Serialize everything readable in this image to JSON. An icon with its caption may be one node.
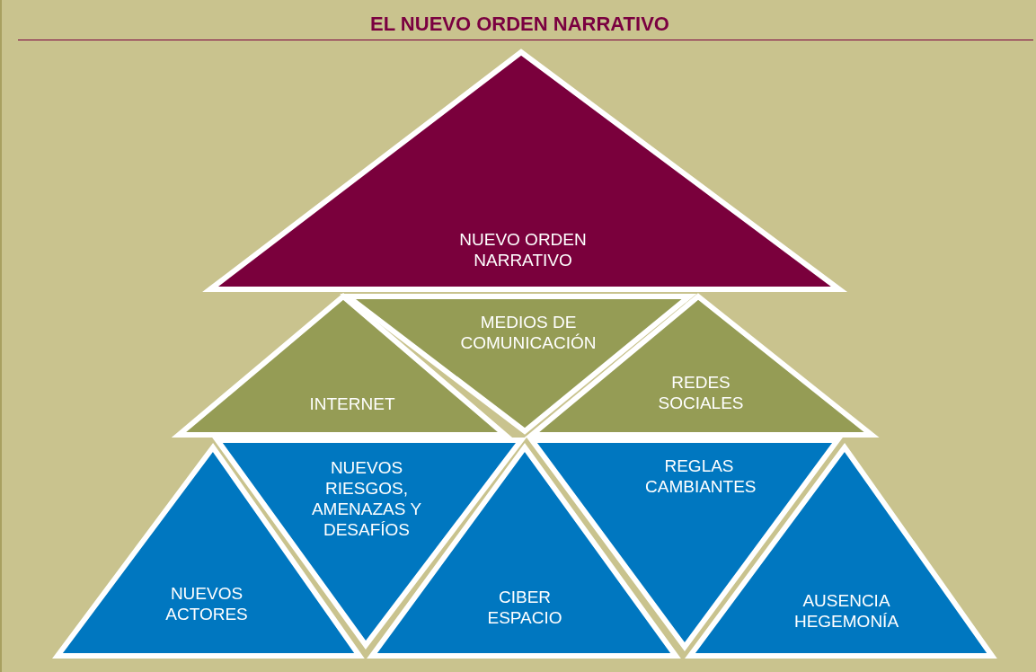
{
  "diagram": {
    "title": "EL NUEVO ORDEN NARRATIVO",
    "nodes": [
      {
        "text": [
          "NUEVO ORDEN NARRATIVO"
        ]
      },
      {
        "text": [
          "INTERNET"
        ]
      },
      {
        "text": [
          "MEDIOS DE COMUNICACIÓN"
        ]
      },
      {
        "text": [
          "REDES SOCIALES"
        ]
      },
      {
        "text": [
          "NUEVOS RIESGOS, AMENAZAS Y DESAFÍOS"
        ]
      },
      {
        "text": [
          "REGLAS CAMBIANTES"
        ]
      },
      {
        "text": [
          "NUEVOS ACTORES"
        ]
      },
      {
        "text": [
          "CIBER ESPACIO"
        ]
      },
      {
        "text": [
          "AUSENCIA HEGEMONÍA"
        ]
      }
    ]
  }
}
